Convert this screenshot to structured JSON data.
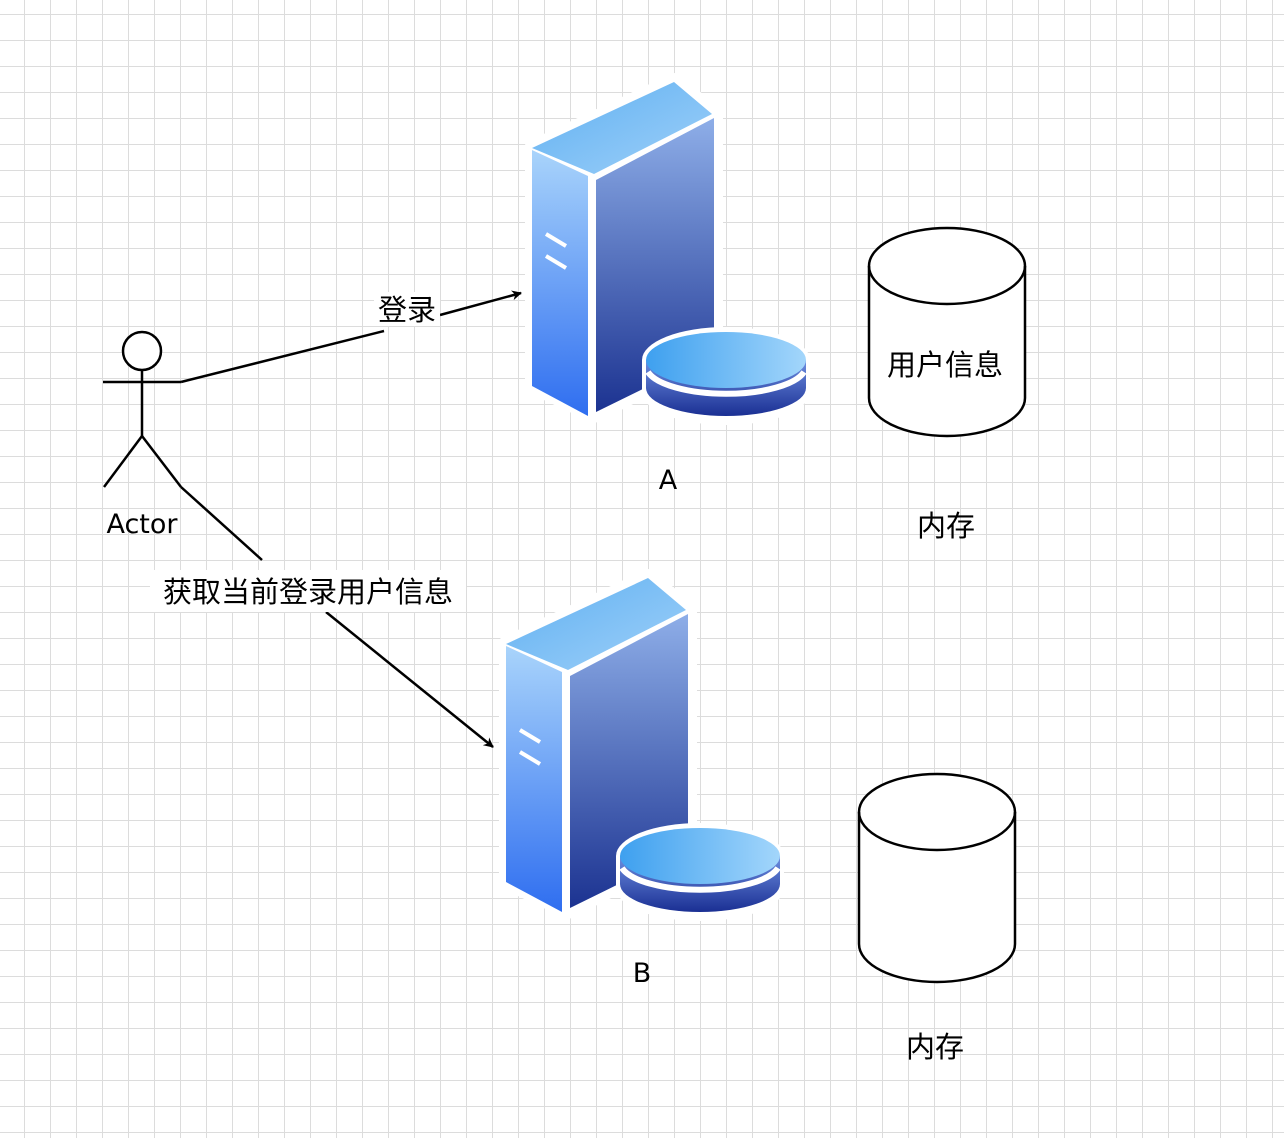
{
  "actor": {
    "label": "Actor"
  },
  "edges": {
    "login": {
      "label": "登录"
    },
    "get_user": {
      "label": "获取当前登录用户信息"
    }
  },
  "servers": [
    {
      "label": "A"
    },
    {
      "label": "B"
    }
  ],
  "memory": [
    {
      "title": "内存",
      "content": "用户信息"
    },
    {
      "title": "内存",
      "content": ""
    }
  ],
  "colors": {
    "server_light": "#8ec5fa",
    "server_dark": "#2b55c9",
    "disk_top": "#5bb8f5",
    "disk_side": "#1e3aa0",
    "stroke": "#000000"
  }
}
